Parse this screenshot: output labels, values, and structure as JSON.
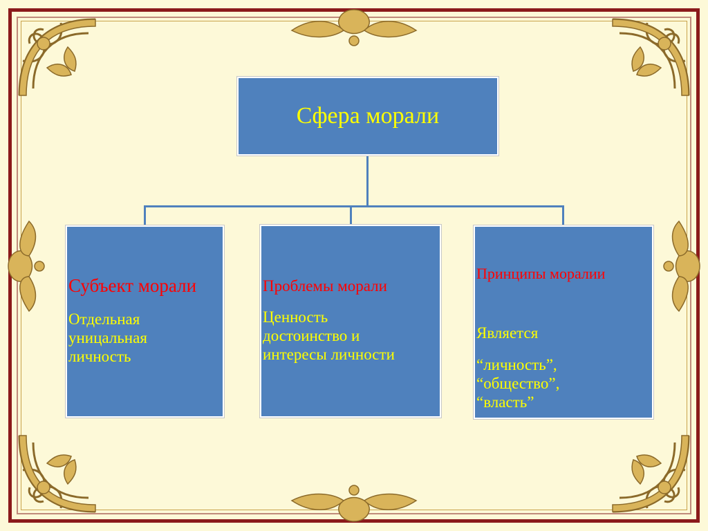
{
  "diagram": {
    "root": {
      "label": "Сфера морали"
    },
    "children": [
      {
        "heading": "Субъект морали",
        "body": "Отдельная\nуницальная\nличность"
      },
      {
        "heading": "Проблемы морали",
        "body": "Ценность\nдостоинство  и\nинтересы личности"
      },
      {
        "heading": "Принципы моралии",
        "intro": "Является",
        "body": "“личность”,\n“общество”,\n“власть”"
      }
    ]
  },
  "colors": {
    "background": "#fdf9d8",
    "box_fill": "#4f81bd",
    "root_text": "#ffff00",
    "heading_text": "#ff0000",
    "body_text": "#ffff00",
    "frame": "#8b1a1a",
    "ornament": "#c9a24a"
  }
}
